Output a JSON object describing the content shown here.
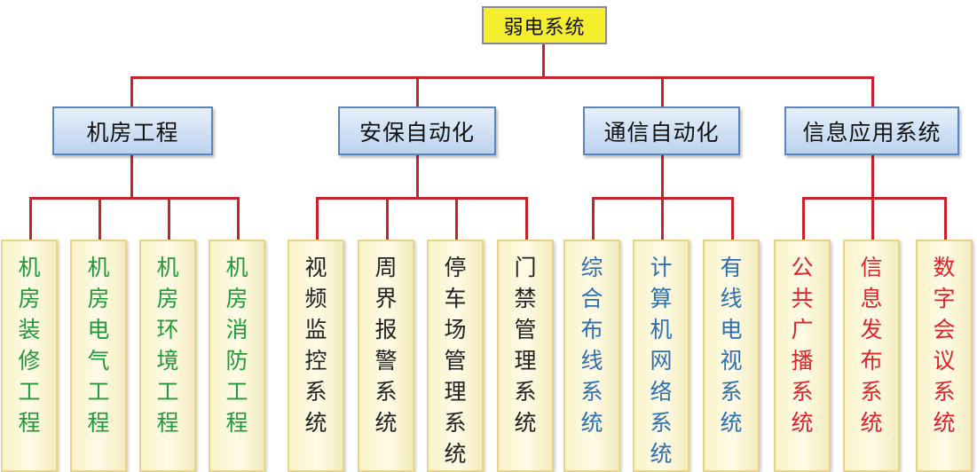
{
  "root": {
    "label": "弱电系统"
  },
  "colors": {
    "line": "#c8232c",
    "green": "#1f9a3a",
    "black": "#222222",
    "blue": "#2d6fb0",
    "red": "#e0232a"
  },
  "categories": [
    {
      "label": "机房工程",
      "items": [
        "机房装修工程",
        "机房电气工程",
        "机房环境工程",
        "机房消防工程"
      ],
      "color": "green"
    },
    {
      "label": "安保自动化",
      "items": [
        "视频监控系统",
        "周界报警系统",
        "停车场管理系统",
        "门禁管理系统"
      ],
      "color": "black"
    },
    {
      "label": "通信自动化",
      "items": [
        "综合布线系统",
        "计算机网络系统",
        "有线电视系统"
      ],
      "color": "blue"
    },
    {
      "label": "信息应用系统",
      "items": [
        "公共广播系统",
        "信息发布系统",
        "数字会议系统"
      ],
      "color": "red"
    }
  ]
}
